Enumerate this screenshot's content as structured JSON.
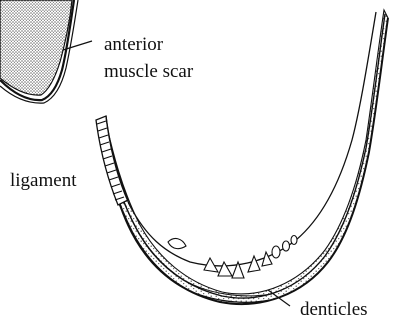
{
  "labels": {
    "anterior_scar_line1": "anterior",
    "anterior_scar_line2": "muscle scar",
    "ligament": "ligament",
    "denticles": "denticles"
  },
  "colors": {
    "ink": "#111111",
    "stipple": "#555555",
    "background": "#ffffff"
  }
}
